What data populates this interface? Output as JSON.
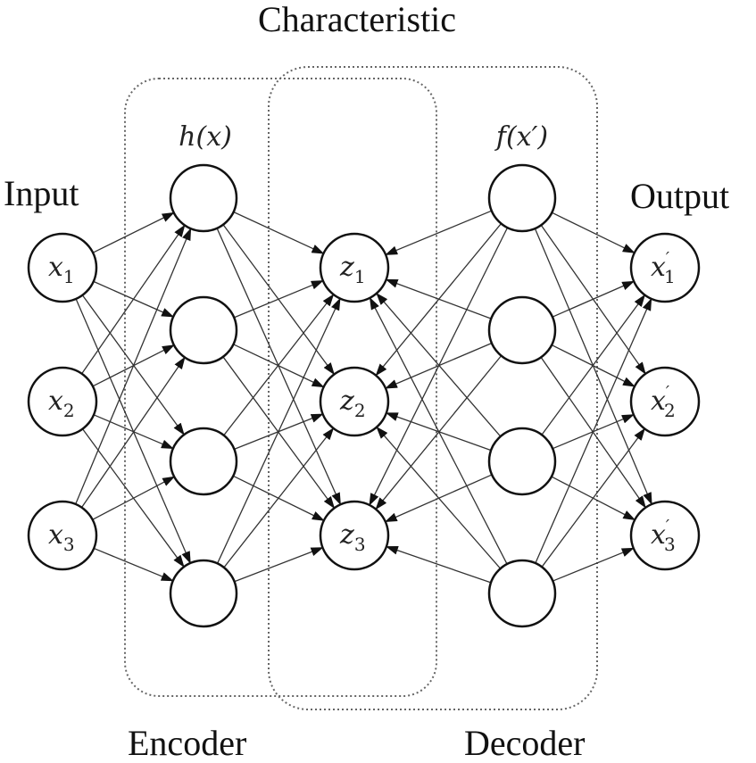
{
  "title": "Characteristic",
  "input_label": "Input",
  "output_label": "Output",
  "encoder_label": "Encoder",
  "decoder_label": "Decoder",
  "hidden_encoder_label": "h(x)",
  "hidden_decoder_label": "f(x′)",
  "layers": [
    {
      "name": "input",
      "nodes": [
        {
          "var": "x",
          "sub": "1",
          "prime": false
        },
        {
          "var": "x",
          "sub": "2",
          "prime": false
        },
        {
          "var": "x",
          "sub": "3",
          "prime": false
        }
      ]
    },
    {
      "name": "encoder-hidden",
      "nodes": [
        {},
        {},
        {},
        {}
      ]
    },
    {
      "name": "code",
      "nodes": [
        {
          "var": "z",
          "sub": "1",
          "prime": false
        },
        {
          "var": "z",
          "sub": "2",
          "prime": false
        },
        {
          "var": "z",
          "sub": "3",
          "prime": false
        }
      ]
    },
    {
      "name": "decoder-hidden",
      "nodes": [
        {},
        {},
        {},
        {}
      ]
    },
    {
      "name": "output",
      "nodes": [
        {
          "var": "x",
          "sub": "1",
          "prime": true
        },
        {
          "var": "x",
          "sub": "2",
          "prime": true
        },
        {
          "var": "x",
          "sub": "3",
          "prime": true
        }
      ]
    }
  ],
  "connections": [
    {
      "from": 0,
      "to": 1,
      "direction": "forward"
    },
    {
      "from": 1,
      "to": 2,
      "direction": "forward"
    },
    {
      "from": 3,
      "to": 2,
      "direction": "backward"
    },
    {
      "from": 3,
      "to": 4,
      "direction": "forward"
    }
  ],
  "colors": {
    "line": "#333333",
    "box": "#666666",
    "text": "#111111"
  }
}
